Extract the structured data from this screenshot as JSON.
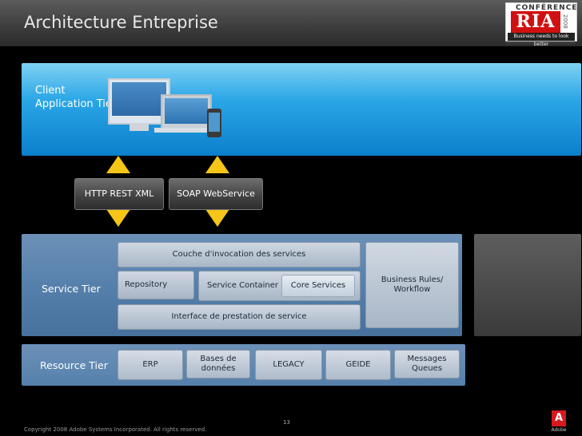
{
  "header": {
    "title": "Architecture Entreprise"
  },
  "logo": {
    "top": "CONFÉRENCE",
    "brand": "RIA",
    "year": "2008",
    "tagline": "Business needs to look better"
  },
  "client_tier": {
    "label": "Client Application Tier"
  },
  "protocols": {
    "rest": "HTTP REST XML",
    "soap": "SOAP WebService"
  },
  "service_tier": {
    "label": "Service Tier",
    "invocation_layer": "Couche d'invocation des services",
    "repository": "Repository",
    "service_container": "Service Container",
    "core_services": "Core Services",
    "delivery_layer": "Interface de prestation de service",
    "business_rules": "Business Rules/ Workflow"
  },
  "resource_tier": {
    "label": "Resource Tier",
    "items": {
      "erp": "ERP",
      "databases": "Bases de données",
      "legacy": "LEGACY",
      "geide": "GEIDE",
      "queues": "Messages Queues"
    }
  },
  "footer": {
    "page_number": "13",
    "copyright": "Copyright 2008 Adobe Systems Incorporated.  All rights reserved.",
    "adobe_mark": "A",
    "adobe_label": "Adobe"
  },
  "colors": {
    "client_band": "#2aa6e6",
    "service_band": "#5680ac",
    "arrow": "#f5c518",
    "ria_red": "#d01010",
    "adobe_red": "#d71920"
  }
}
